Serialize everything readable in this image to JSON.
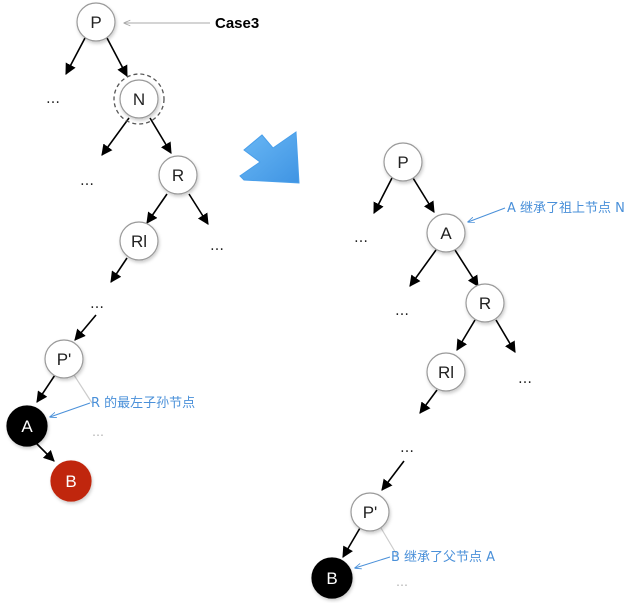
{
  "case_label": "Case3",
  "left_tree": {
    "nodes": {
      "p": "P",
      "n": "N",
      "r": "R",
      "rl": "Rl",
      "p_prime": "P'",
      "a": "A",
      "b": "B"
    },
    "ellipses": "…",
    "annotation": "R 的最左子孙节点"
  },
  "right_tree": {
    "nodes": {
      "p": "P",
      "a": "A",
      "r": "R",
      "rl": "Rl",
      "p_prime": "P'",
      "b": "B"
    },
    "ellipses": "…",
    "annotation_a": "A 继承了祖上节点 N",
    "annotation_b": "B 继承了父节点 A"
  },
  "colors": {
    "black_node": "#000000",
    "red_node": "#c0280f",
    "annotation": "#4a90d9",
    "arrow": "#5aaaf0"
  }
}
